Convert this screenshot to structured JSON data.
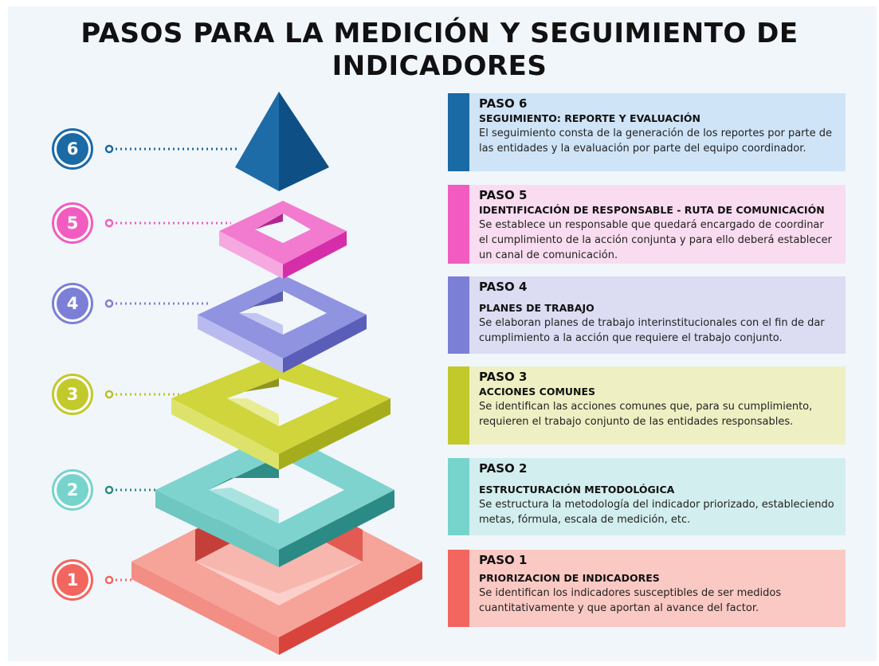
{
  "title": {
    "line1": "PASOS PARA LA MEDICIÓN Y SEGUIMIENTO DE",
    "line2": "INDICADORES"
  },
  "steps": [
    {
      "number": "6",
      "step_label": "PASO 6",
      "name": "SEGUIMIENTO: REPORTE Y EVALUACIÓN",
      "description": "El seguimiento consta de la generación de los reportes por parte de las entidades y la evaluación por parte del equipo coordinador.",
      "accent": "#1a6aa5",
      "card_bg": "#cfe4f7"
    },
    {
      "number": "5",
      "step_label": "PASO 5",
      "name": "IDENTIFICACIÓN DE RESPONSABLE - RUTA DE COMUNICACIÓN",
      "description": "Se establece un responsable que quedará encargado de coordinar el cumplimiento de la acción conjunta y para ello deberá establecer un canal de comunicación.",
      "accent": "#f25cc0",
      "card_bg": "#f9dcef"
    },
    {
      "number": "4",
      "step_label": "PASO 4",
      "name": "PLANES DE TRABAJO",
      "description": "Se elaboran planes de trabajo interinstitucionales con el fin de dar cumplimiento a la acción que requiere el trabajo conjunto.",
      "accent": "#7b80d6",
      "card_bg": "#dcdcf3"
    },
    {
      "number": "3",
      "step_label": "PASO 3",
      "name": "ACCIONES COMUNES",
      "description": "Se identifican las acciones comunes que, para su cumplimiento,  requieren el trabajo conjunto de las entidades responsables.",
      "accent": "#c2c92a",
      "card_bg": "#eef0c4"
    },
    {
      "number": "2",
      "step_label": "PASO 2",
      "name": "ESTRUCTURACIÓN METODOLÓGICA",
      "description": "Se estructura la metodología del indicador priorizado, estableciendo metas, fórmula, escala de medición, etc.",
      "accent": "#76d4cc",
      "card_bg": "#d3eeee"
    },
    {
      "number": "1",
      "step_label": "PASO 1",
      "name": "PRIORIZACION DE INDICADORES",
      "description": "Se identifican los indicadores susceptibles de ser medidos cuantitativamente y que aportan al avance del factor.",
      "accent": "#f2665f",
      "card_bg": "#fbc9c3"
    }
  ]
}
